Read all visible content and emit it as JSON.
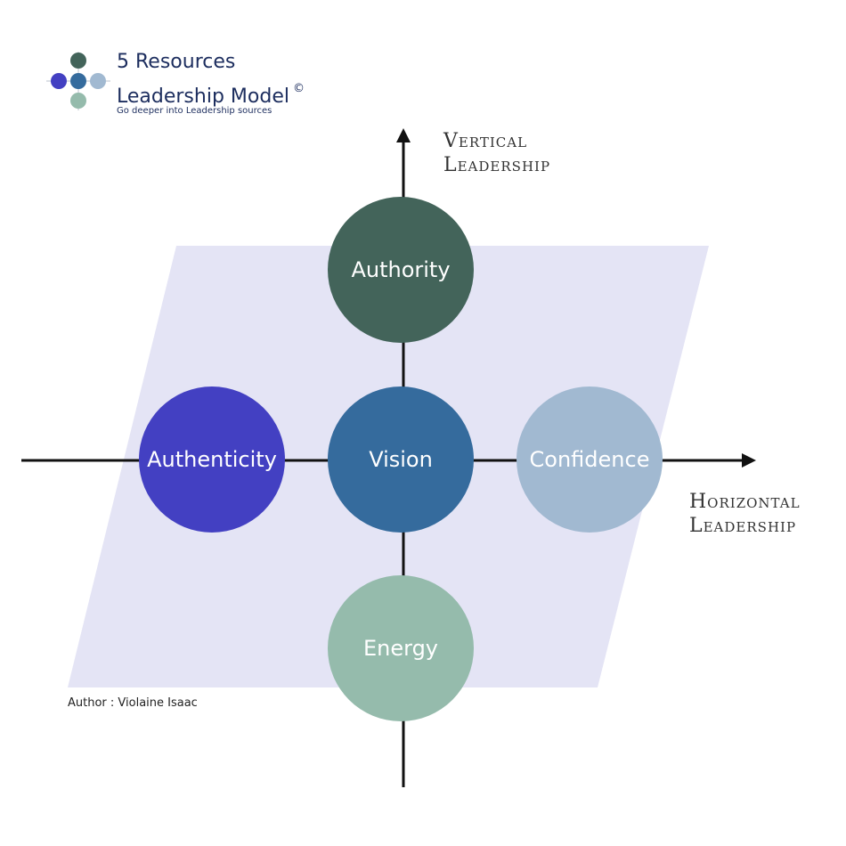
{
  "logo": {
    "title_line1": "5 Resources",
    "title_line2": "Leadership Model",
    "copyright_symbol": "©",
    "tagline": "Go deeper into Leadership sources",
    "dot_colors": [
      "#43645a",
      "#4340c2",
      "#356b9d",
      "#a1b9d1",
      "#95bbac"
    ]
  },
  "axes": {
    "vertical_line1": "Vertical",
    "vertical_line2": "Leadership",
    "horizontal_line1": "Horizontal",
    "horizontal_line2": "Leadership"
  },
  "resources": {
    "authority": "Authority",
    "authenticity": "Authenticity",
    "vision": "Vision",
    "confidence": "Confidence",
    "energy": "Energy"
  },
  "colors": {
    "authority": "#43645a",
    "authenticity": "#4340c2",
    "vision": "#356b9d",
    "confidence": "#a1b9d1",
    "energy": "#95bbac",
    "plane": "#e4e4f5"
  },
  "author": "Author : Violaine Isaac"
}
